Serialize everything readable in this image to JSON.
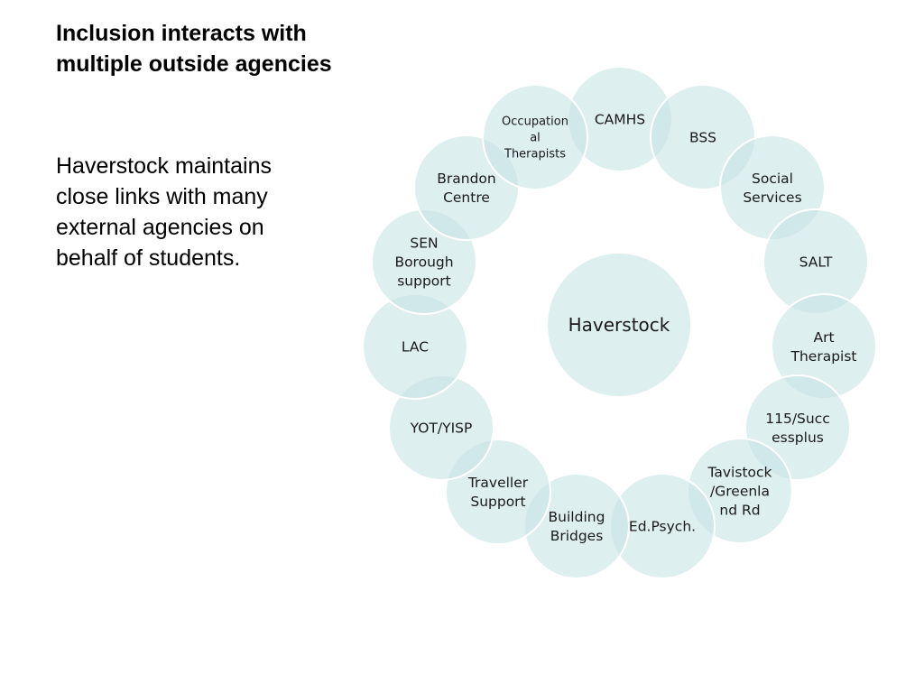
{
  "slide": {
    "title": "Inclusion interacts with multiple outside agencies",
    "body": "Haverstock maintains close links with many external agencies on behalf of students."
  },
  "diagram": {
    "center": {
      "name": "center-node",
      "lines": [
        "Haverstock"
      ]
    },
    "nodes": [
      {
        "name": "node-camhs",
        "lines": [
          "CAMHS"
        ]
      },
      {
        "name": "node-bss",
        "lines": [
          "BSS"
        ]
      },
      {
        "name": "node-social-services",
        "lines": [
          "Social",
          "Services"
        ]
      },
      {
        "name": "node-salt",
        "lines": [
          "SALT"
        ]
      },
      {
        "name": "node-art-therapist",
        "lines": [
          "Art",
          "Therapist"
        ]
      },
      {
        "name": "node-115-successplus",
        "lines": [
          "115/Succ",
          "essplus"
        ]
      },
      {
        "name": "node-tavistock-greenland-rd",
        "lines": [
          "Tavistock",
          "/Greenla",
          "nd Rd"
        ]
      },
      {
        "name": "node-ed-psych",
        "lines": [
          "Ed.Psych."
        ]
      },
      {
        "name": "node-building-bridges",
        "lines": [
          "Building",
          "Bridges"
        ]
      },
      {
        "name": "node-traveller-support",
        "lines": [
          "Traveller",
          "Support"
        ]
      },
      {
        "name": "node-yot-yisp",
        "lines": [
          "YOT/YISP"
        ]
      },
      {
        "name": "node-lac",
        "lines": [
          "LAC"
        ]
      },
      {
        "name": "node-sen-borough-support",
        "lines": [
          "SEN",
          "Borough",
          "support"
        ]
      },
      {
        "name": "node-brandon-centre",
        "lines": [
          "Brandon",
          "Centre"
        ]
      },
      {
        "name": "node-occupational-therapists",
        "lines": [
          "Occupation",
          "al",
          "Therapists"
        ]
      }
    ],
    "colors": {
      "circle_fill": "#c7e4e6",
      "circle_stroke": "#ffffff",
      "text": "#1a1a1a"
    }
  }
}
